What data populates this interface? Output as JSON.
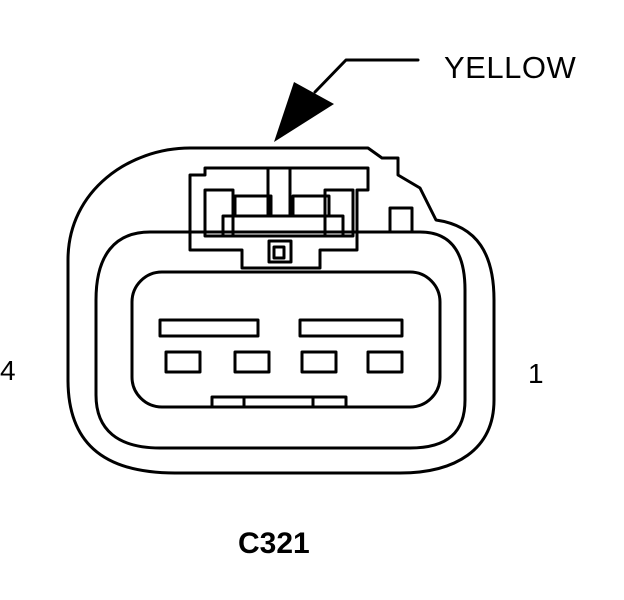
{
  "callout": {
    "color_label": "YELLOW"
  },
  "pins": {
    "left_label": "4",
    "right_label": "1"
  },
  "connector": {
    "id": "C321"
  },
  "colors": {
    "line": "#000000",
    "background": "#ffffff"
  }
}
